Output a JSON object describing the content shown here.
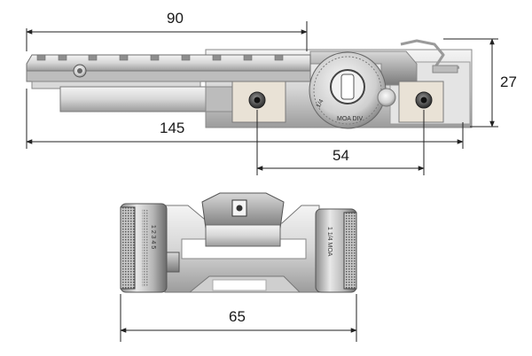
{
  "dimensions": {
    "top_length": "90",
    "height": "27",
    "overall_length": "145",
    "screw_spacing": "54",
    "width": "65"
  },
  "knob_markings": {
    "arrow": "1/4",
    "unit": "MOA DIV",
    "scale_a": "1 2 3 4 5",
    "scale_b": "1 1/4 MOA"
  }
}
